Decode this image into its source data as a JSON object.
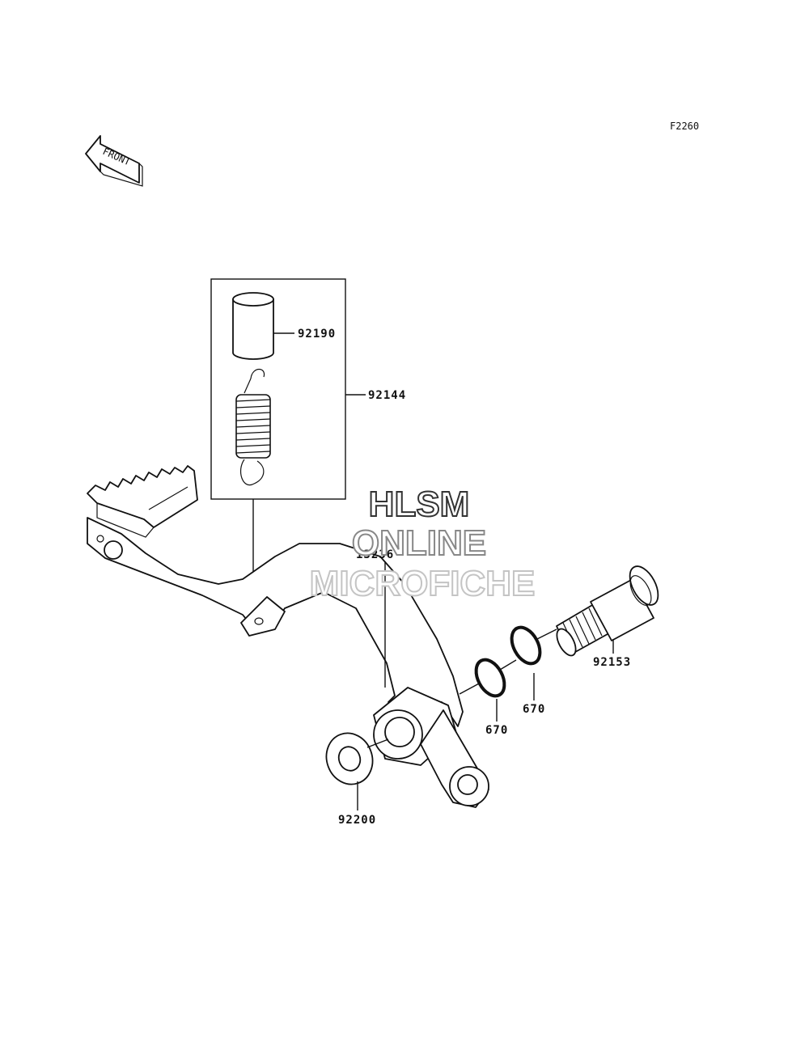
{
  "figure_code": "F2260",
  "front_arrow_label": "FRONT",
  "watermark": {
    "line1": "HLSM",
    "line2": "ONLINE",
    "line3": "MICROFICHE"
  },
  "parts": [
    {
      "number": "92190"
    },
    {
      "number": "92144"
    },
    {
      "number": "13236"
    },
    {
      "number": "92153"
    },
    {
      "number": "670"
    },
    {
      "number": "670"
    },
    {
      "number": "92200"
    }
  ]
}
